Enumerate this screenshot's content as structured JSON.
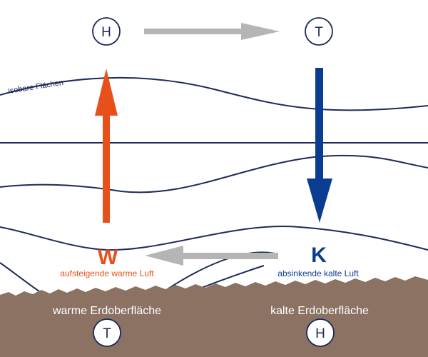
{
  "pressure_top": {
    "left": "H",
    "right": "T"
  },
  "pressure_ground": {
    "left": "T",
    "right": "H"
  },
  "labels": {
    "isobars": "isobare Flächen",
    "warm_letter": "W",
    "warm_caption": "aufsteigende warme Luft",
    "cold_letter": "K",
    "cold_caption": "absinkende kalte Luft",
    "warm_ground": "warme Erdoberfläche",
    "cold_ground": "kalte Erdoberfläche"
  },
  "colors": {
    "warm": "#e8501a",
    "cold": "#0a3d91",
    "isobar": "#1e2a5a",
    "flow_arrow": "#b5b5b5",
    "ground": "#8b7263",
    "ground_text": "#ffffff"
  }
}
